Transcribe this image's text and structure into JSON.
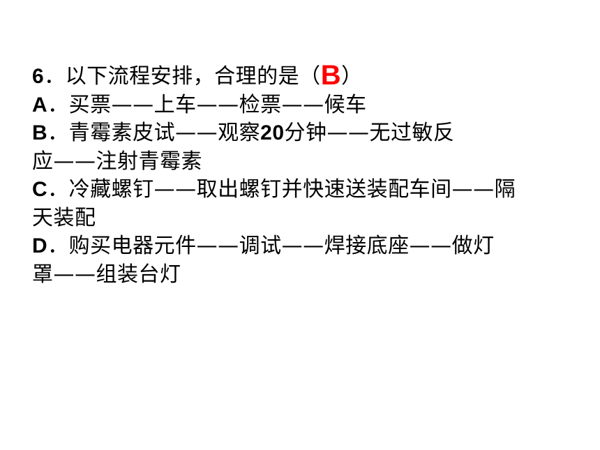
{
  "question": {
    "number": "6",
    "prompt_before": "．以下流程安排，合理的是（",
    "answer": "B",
    "prompt_after": "）",
    "answer_color": "#ff0000"
  },
  "options": [
    {
      "label": "A",
      "lines": [
        "．买票——上车——检票——候车"
      ]
    },
    {
      "label": "B",
      "line1_a": "．青霉素皮试——观察",
      "line1_num": "20",
      "line1_b": "分钟——无过敏反",
      "line2": "应——注射青霉素"
    },
    {
      "label": "C",
      "lines": [
        "．冷藏螺钉——取出螺钉并快速送装配车间——隔",
        "天装配"
      ]
    },
    {
      "label": "D",
      "lines": [
        "．购买电器元件——调试——焊接底座——做灯",
        "罩——组装台灯"
      ]
    }
  ]
}
